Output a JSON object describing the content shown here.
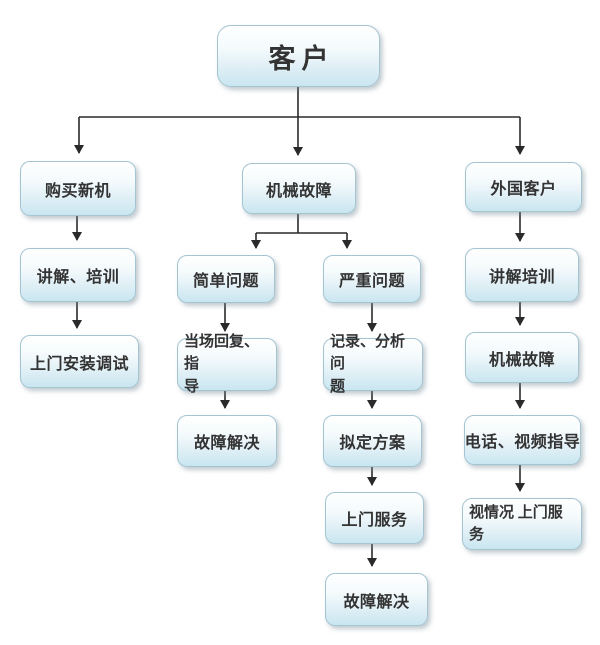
{
  "page": {
    "background": "#ffffff"
  },
  "colors": {
    "page-bg": "#ffffff",
    "box-fill-top": "#ffffff",
    "box-fill-bottom": "#c9e6f0",
    "box-border": "#a4c4d2",
    "line": "#2a2a2a",
    "text": "#333333"
  },
  "diagram": {
    "type": "flowchart",
    "root": "客户"
  },
  "nodes": {
    "customer": {
      "label": "客户"
    },
    "buy_new_machine": {
      "label": "购买新机"
    },
    "explain_training": {
      "label": "讲解、培训"
    },
    "onsite_install_debug": {
      "label": "上门安装调试"
    },
    "mechanical_fault": {
      "label": "机械故障"
    },
    "simple_problem": {
      "label": "简单问题"
    },
    "serious_problem": {
      "label": "严重问题"
    },
    "onspot_reply_guide": {
      "label": "当场回复、指\n导"
    },
    "fault_solved_simple": {
      "label": "故障解决"
    },
    "record_analyze_problem": {
      "label": "记录、分析问\n题"
    },
    "draft_plan": {
      "label": "拟定方案"
    },
    "onsite_service": {
      "label": "上门服务"
    },
    "fault_solved_serious": {
      "label": "故障解决"
    },
    "foreign_customer": {
      "label": "外国客户"
    },
    "explain_training_foreign": {
      "label": "讲解培训"
    },
    "mechanical_fault_foreign": {
      "label": "机械故障"
    },
    "phone_video_guide": {
      "label": "电话、视频指导"
    },
    "onsite_service_depend": {
      "label": "视情况 上门服\n务"
    }
  }
}
